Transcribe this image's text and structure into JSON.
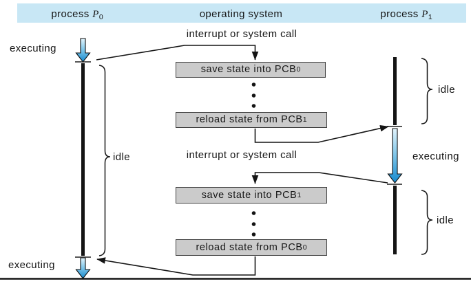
{
  "figure": {
    "title_semantic": "context switch from process to process",
    "header": {
      "p0": {
        "pre": "process ",
        "var": "P",
        "sub": "0"
      },
      "os": "operating system",
      "p1": {
        "pre": "process ",
        "var": "P",
        "sub": "1"
      }
    },
    "labels": {
      "interrupt_top": "interrupt or system call",
      "interrupt_middle": "interrupt or system call",
      "p0_executing_top": "executing",
      "p0_executing_bottom": "executing",
      "p0_idle": "idle",
      "p1_idle_top": "idle",
      "p1_executing": "executing",
      "p1_idle_bottom": "idle"
    },
    "boxes": [
      {
        "text": "save state into PCB",
        "sub": "0"
      },
      {
        "text": "reload state from PCB",
        "sub": "1"
      },
      {
        "text": "save state into PCB",
        "sub": "1"
      },
      {
        "text": "reload state from PCB",
        "sub": "0"
      }
    ],
    "colors": {
      "header_bg": "#c8e7f5",
      "box_bg": "#cbcbcb",
      "box_border": "#3f3f3f",
      "arrow_top": "#e2f4fc",
      "arrow_mid": "#7cc4e8",
      "arrow_bottom": "#1489ce",
      "line": "#141414"
    }
  }
}
